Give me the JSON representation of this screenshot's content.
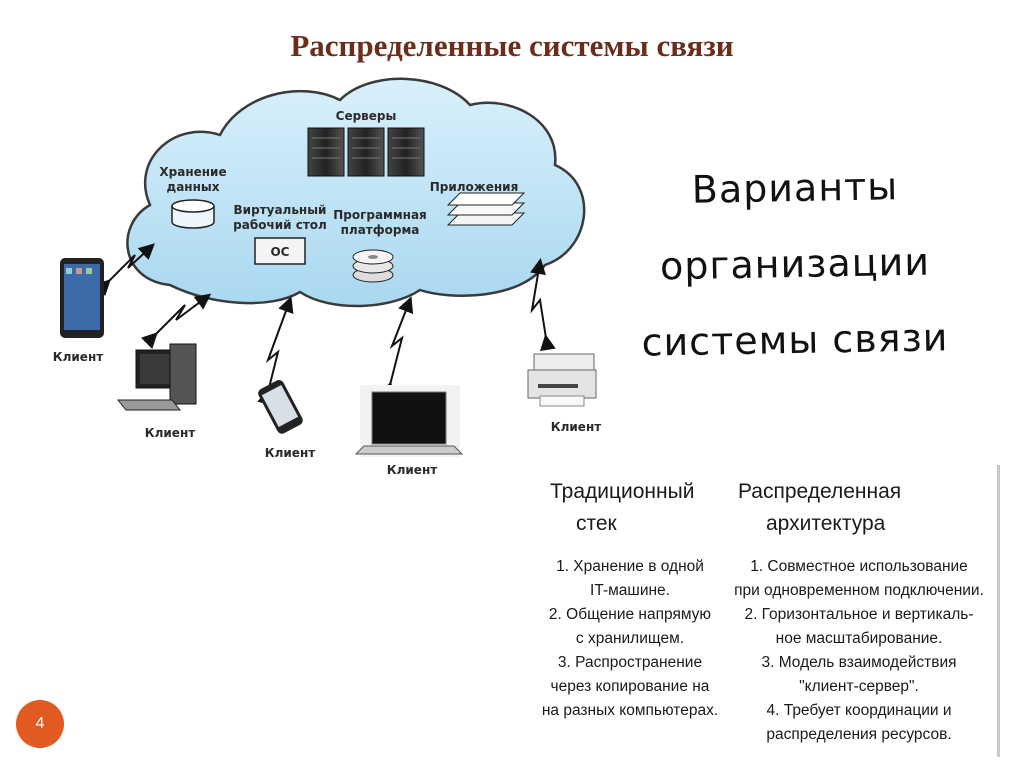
{
  "title": "Распределенные системы связи",
  "cloud": {
    "servers": "Серверы",
    "storage_line1": "Хранение",
    "storage_line2": "данных",
    "desktop_line1": "Виртуальный",
    "desktop_line2": "рабочий стол",
    "os": "ОС",
    "platform_line1": "Программная",
    "platform_line2": "платформа",
    "apps": "Приложения"
  },
  "clients": {
    "label": "Клиент"
  },
  "variants": {
    "line1": "Варианты",
    "line2": "организации",
    "line3": "системы связи"
  },
  "table": {
    "traditional_head_line1": "Традиционный",
    "traditional_head_line2": "стек",
    "distributed_head_line1": "Распределенная",
    "distributed_head_line2": "архитектура",
    "traditional_lines": [
      "1. Хранение в одной",
      "IT-машине.",
      "2. Общение напрямую",
      "с хранилищем.",
      "3. Распространение",
      "через копирование на",
      "на разных компьютерах."
    ],
    "distributed_lines": [
      "1. Совместное использование",
      "при одновременном подключении.",
      "2. Горизонтальное и вертикаль-",
      "ное масштабирование.",
      "3. Модель взаимодействия",
      "\"клиент-сервер\".",
      "4. Требует координации и",
      "распределения ресурсов."
    ]
  },
  "page_number": "4",
  "colors": {
    "title": "#6b2e1c",
    "cloud_fill": "#bfe3f5",
    "cloud_stroke": "#3a3a3a",
    "badge": "#e15a22"
  }
}
